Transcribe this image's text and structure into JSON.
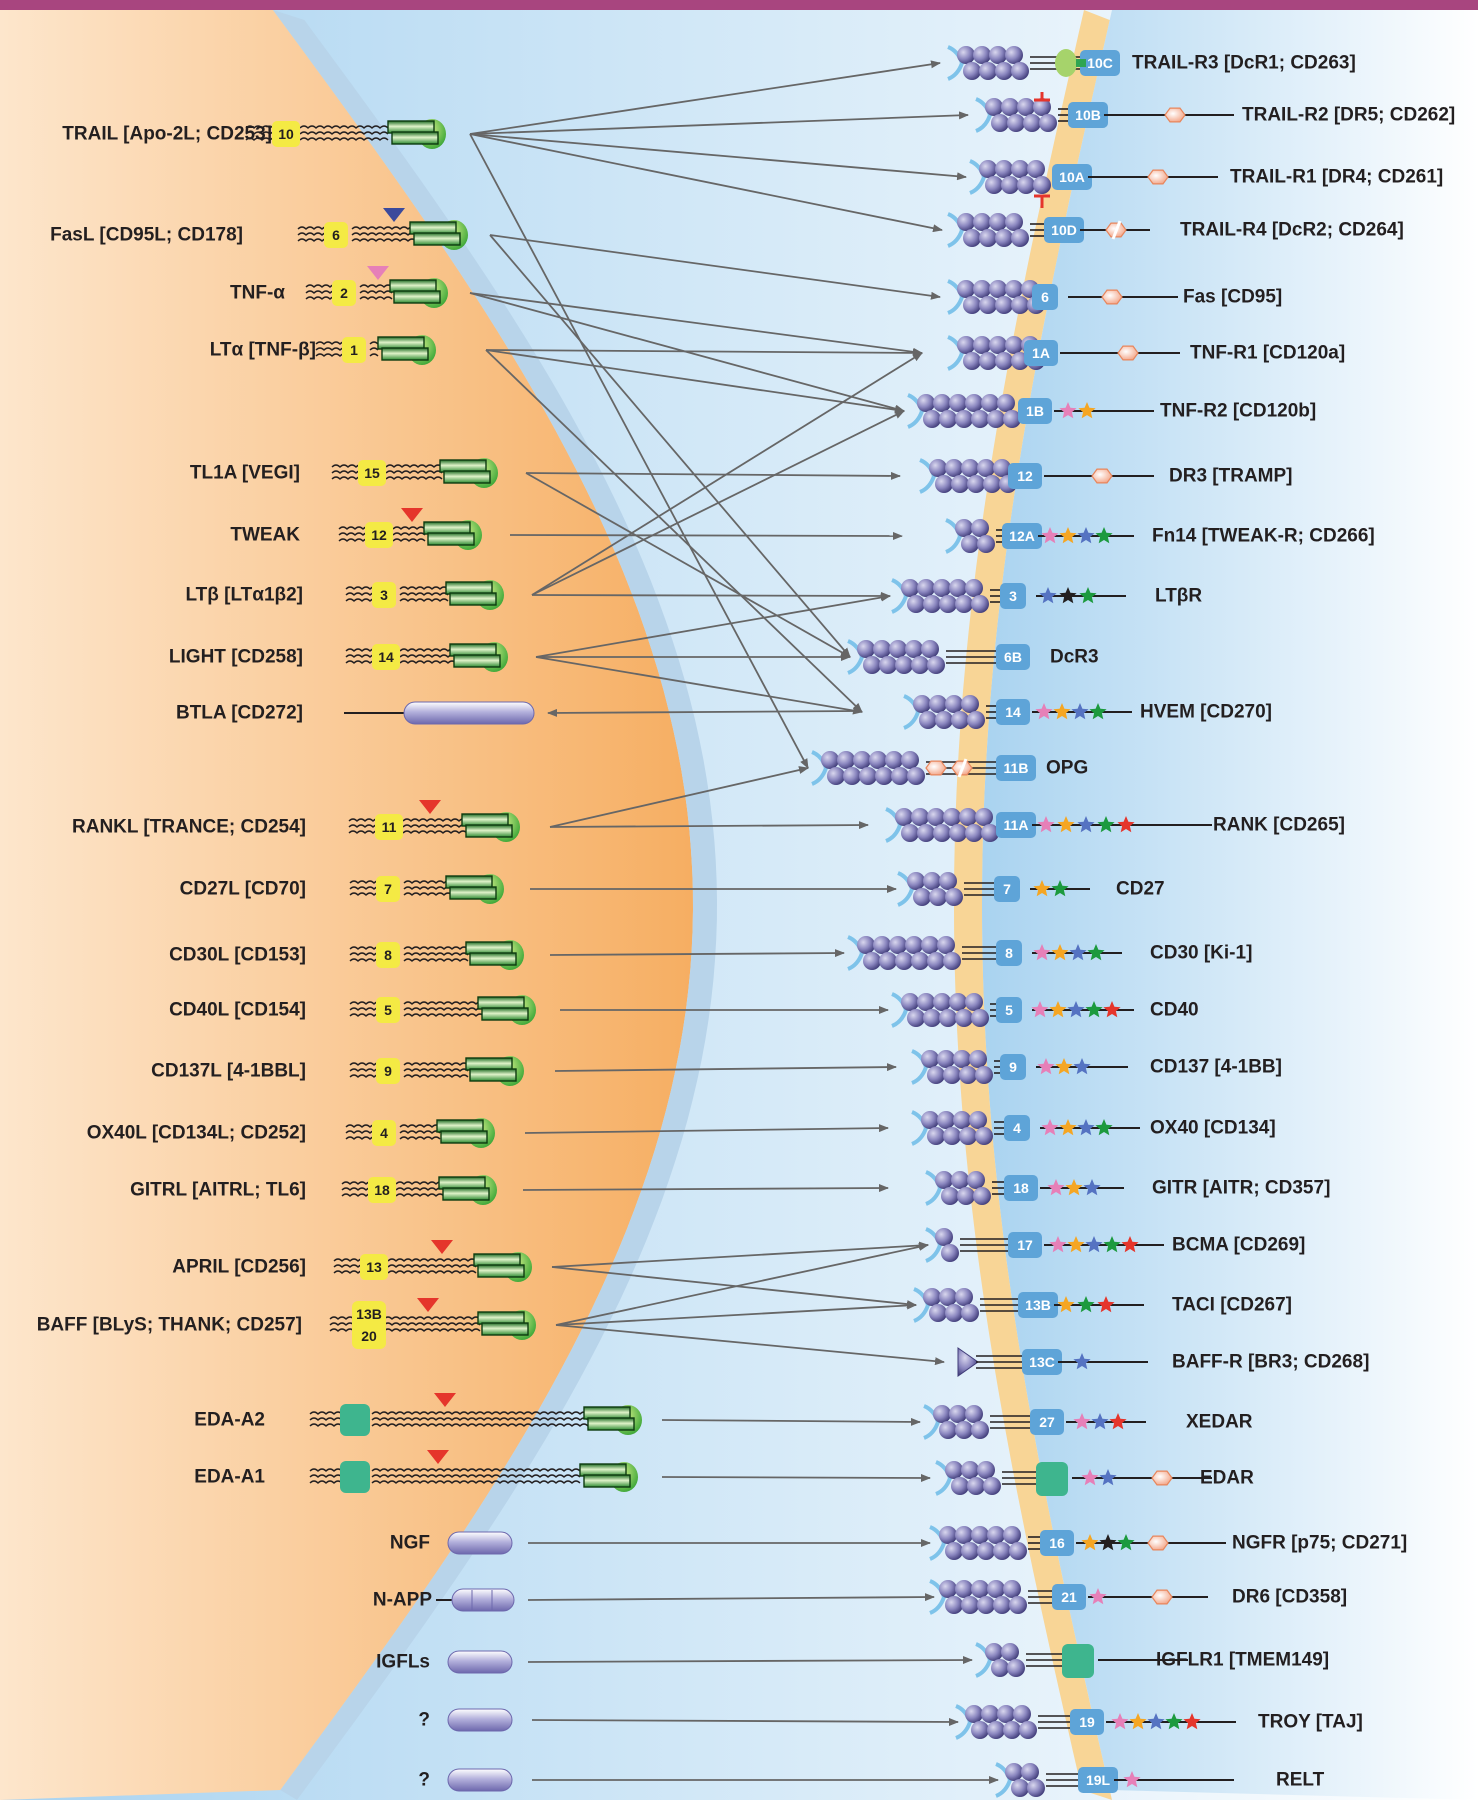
{
  "colors": {
    "top_bar": "#a8457f",
    "left_cell": "#f8b774",
    "right_cell": "#bcdcf2",
    "membrane_left": "#b8d4ea",
    "membrane_right": "#f8d596",
    "ligand_code": "#f4ea44",
    "receptor_code": "#5ea4d8",
    "domain_green": "#2f9a3a",
    "edar_green": "#3eb58e",
    "crd_purple": "#8a86bf",
    "protease_red": "#e5352b",
    "arrow": "#666666"
  },
  "ligands": [
    {
      "id": "trail",
      "label": "TRAIL [Apo-2L; CD253]",
      "code": "10"
    },
    {
      "id": "fasl",
      "label": "FasL [CD95L; CD178]",
      "code": "6"
    },
    {
      "id": "tnfa",
      "label": "TNF-α",
      "code": "2"
    },
    {
      "id": "lta",
      "label": "LTα [TNF-β]",
      "code": "1"
    },
    {
      "id": "tl1a",
      "label": "TL1A [VEGI]",
      "code": "15"
    },
    {
      "id": "tweak",
      "label": "TWEAK",
      "code": "12"
    },
    {
      "id": "ltb",
      "label": "LTβ [LTα1β2]",
      "code": "3"
    },
    {
      "id": "light",
      "label": "LIGHT [CD258]",
      "code": "14"
    },
    {
      "id": "btla",
      "label": "BTLA [CD272]",
      "code": ""
    },
    {
      "id": "rankl",
      "label": "RANKL [TRANCE; CD254]",
      "code": "11"
    },
    {
      "id": "cd27l",
      "label": "CD27L [CD70]",
      "code": "7"
    },
    {
      "id": "cd30l",
      "label": "CD30L [CD153]",
      "code": "8"
    },
    {
      "id": "cd40l",
      "label": "CD40L [CD154]",
      "code": "5"
    },
    {
      "id": "cd137l",
      "label": "CD137L [4-1BBL]",
      "code": "9"
    },
    {
      "id": "ox40l",
      "label": "OX40L [CD134L; CD252]",
      "code": "4"
    },
    {
      "id": "gitrl",
      "label": "GITRL [AITRL; TL6]",
      "code": "18"
    },
    {
      "id": "april",
      "label": "APRIL [CD256]",
      "code": "13"
    },
    {
      "id": "baff",
      "label": "BAFF [BLyS; THANK; CD257]",
      "code": "13B 20"
    },
    {
      "id": "edaa2",
      "label": "EDA-A2",
      "code": ""
    },
    {
      "id": "edaa1",
      "label": "EDA-A1",
      "code": ""
    },
    {
      "id": "ngf",
      "label": "NGF",
      "code": ""
    },
    {
      "id": "napp",
      "label": "N-APP",
      "code": ""
    },
    {
      "id": "igfls",
      "label": "IGFLs",
      "code": ""
    },
    {
      "id": "q1",
      "label": "?",
      "code": ""
    },
    {
      "id": "q2",
      "label": "?",
      "code": ""
    }
  ],
  "receptors": [
    {
      "id": "trailr3",
      "label": "TRAIL-R3 [DcR1; CD263]",
      "code": "10C"
    },
    {
      "id": "trailr2",
      "label": "TRAIL-R2 [DR5; CD262]",
      "code": "10B"
    },
    {
      "id": "trailr1",
      "label": "TRAIL-R1 [DR4; CD261]",
      "code": "10A"
    },
    {
      "id": "trailr4",
      "label": "TRAIL-R4 [DcR2; CD264]",
      "code": "10D"
    },
    {
      "id": "fas",
      "label": "Fas [CD95]",
      "code": "6"
    },
    {
      "id": "tnfr1",
      "label": "TNF-R1 [CD120a]",
      "code": "1A"
    },
    {
      "id": "tnfr2",
      "label": "TNF-R2 [CD120b]",
      "code": "1B"
    },
    {
      "id": "dr3",
      "label": "DR3 [TRAMP]",
      "code": "12"
    },
    {
      "id": "fn14",
      "label": "Fn14 [TWEAK-R; CD266]",
      "code": "12A"
    },
    {
      "id": "ltbr",
      "label": "LTβR",
      "code": "3"
    },
    {
      "id": "dcr3",
      "label": "DcR3",
      "code": "6B"
    },
    {
      "id": "hvem",
      "label": "HVEM [CD270]",
      "code": "14"
    },
    {
      "id": "opg",
      "label": "OPG",
      "code": "11B"
    },
    {
      "id": "rank",
      "label": "RANK [CD265]",
      "code": "11A"
    },
    {
      "id": "cd27",
      "label": "CD27",
      "code": "7"
    },
    {
      "id": "cd30",
      "label": "CD30 [Ki-1]",
      "code": "8"
    },
    {
      "id": "cd40",
      "label": "CD40",
      "code": "5"
    },
    {
      "id": "cd137",
      "label": "CD137 [4-1BB]",
      "code": "9"
    },
    {
      "id": "ox40",
      "label": "OX40 [CD134]",
      "code": "4"
    },
    {
      "id": "gitr",
      "label": "GITR [AITR; CD357]",
      "code": "18"
    },
    {
      "id": "bcma",
      "label": "BCMA [CD269]",
      "code": "17"
    },
    {
      "id": "taci",
      "label": "TACI [CD267]",
      "code": "13B"
    },
    {
      "id": "baffr",
      "label": "BAFF-R [BR3; CD268]",
      "code": "13C"
    },
    {
      "id": "xedar",
      "label": "XEDAR",
      "code": "27"
    },
    {
      "id": "edar",
      "label": "EDAR",
      "code": ""
    },
    {
      "id": "ngfr",
      "label": "NGFR [p75; CD271]",
      "code": "16"
    },
    {
      "id": "dr6",
      "label": "DR6 [CD358]",
      "code": "21"
    },
    {
      "id": "igflr1",
      "label": "IGFLR1 [TMEM149]",
      "code": ""
    },
    {
      "id": "troy",
      "label": "TROY [TAJ]",
      "code": "19"
    },
    {
      "id": "relt",
      "label": "RELT",
      "code": "19L"
    }
  ],
  "interactions": [
    [
      "trail",
      "trailr3"
    ],
    [
      "trail",
      "trailr2"
    ],
    [
      "trail",
      "trailr1"
    ],
    [
      "trail",
      "trailr4"
    ],
    [
      "trail",
      "opg"
    ],
    [
      "fasl",
      "fas"
    ],
    [
      "fasl",
      "dcr3"
    ],
    [
      "tnfa",
      "tnfr1"
    ],
    [
      "tnfa",
      "tnfr2"
    ],
    [
      "lta",
      "tnfr1"
    ],
    [
      "lta",
      "tnfr2"
    ],
    [
      "lta",
      "hvem"
    ],
    [
      "tl1a",
      "dr3"
    ],
    [
      "tl1a",
      "dcr3"
    ],
    [
      "tweak",
      "fn14"
    ],
    [
      "ltb",
      "ltbr"
    ],
    [
      "ltb",
      "tnfr1"
    ],
    [
      "ltb",
      "tnfr2"
    ],
    [
      "light",
      "ltbr"
    ],
    [
      "light",
      "dcr3"
    ],
    [
      "light",
      "hvem"
    ],
    [
      "hvem",
      "btla"
    ],
    [
      "rankl",
      "rank"
    ],
    [
      "rankl",
      "opg"
    ],
    [
      "cd27l",
      "cd27"
    ],
    [
      "cd30l",
      "cd30"
    ],
    [
      "cd40l",
      "cd40"
    ],
    [
      "cd137l",
      "cd137"
    ],
    [
      "ox40l",
      "ox40"
    ],
    [
      "gitrl",
      "gitr"
    ],
    [
      "april",
      "bcma"
    ],
    [
      "april",
      "taci"
    ],
    [
      "baff",
      "bcma"
    ],
    [
      "baff",
      "taci"
    ],
    [
      "baff",
      "baffr"
    ],
    [
      "edaa2",
      "xedar"
    ],
    [
      "edaa1",
      "edar"
    ],
    [
      "ngf",
      "ngfr"
    ],
    [
      "napp",
      "dr6"
    ],
    [
      "igfls",
      "igflr1"
    ],
    [
      "q1",
      "troy"
    ],
    [
      "q2",
      "relt"
    ]
  ]
}
